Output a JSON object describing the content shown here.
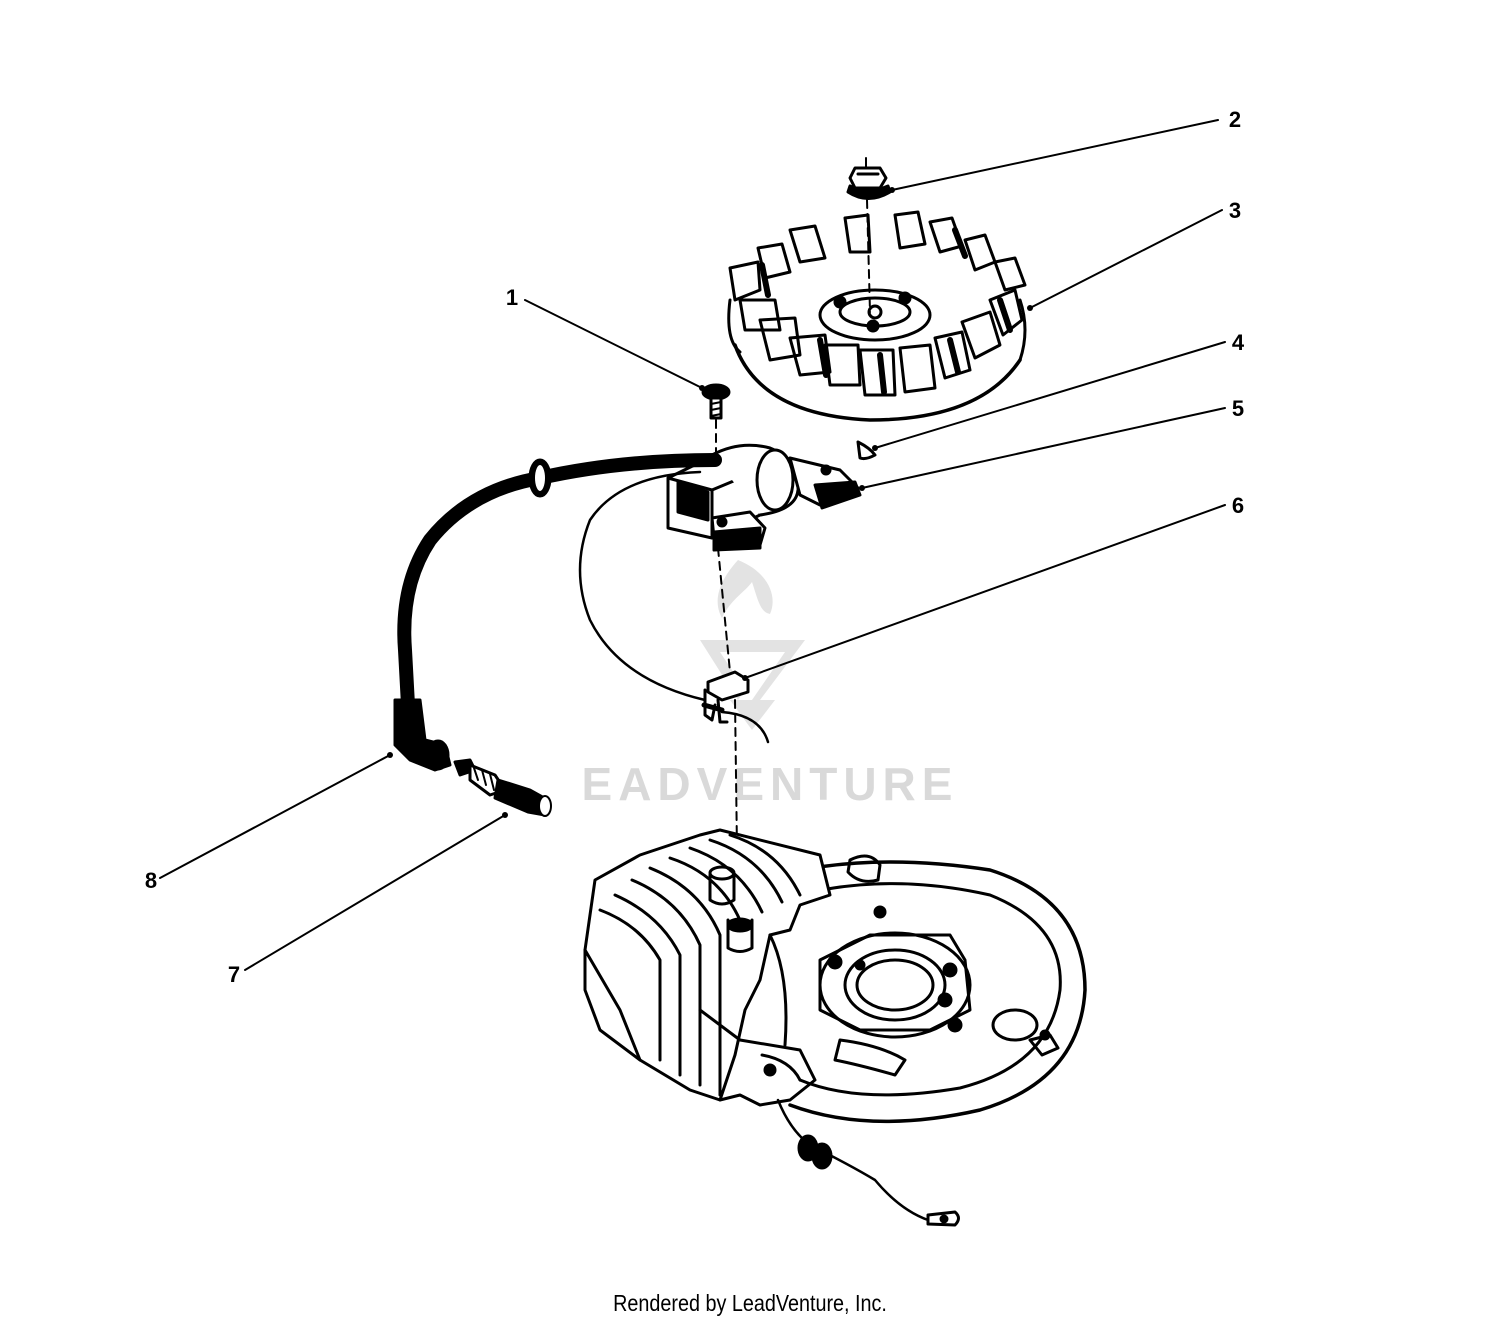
{
  "diagram": {
    "callouts": [
      "1",
      "2",
      "3",
      "4",
      "5",
      "6",
      "7",
      "8"
    ],
    "watermark": "EADVENTURE",
    "footer": "Rendered by LeadVenture, Inc."
  },
  "colors": {
    "ink": "#000000",
    "watermark": "#d9d9d9",
    "background": "#ffffff"
  }
}
